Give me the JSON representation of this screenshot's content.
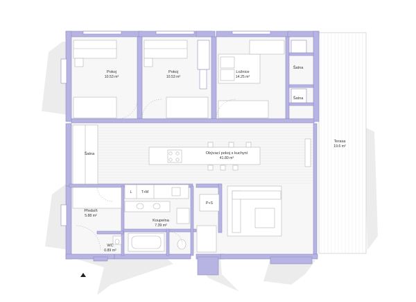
{
  "colors": {
    "wall": "#b6b3e2",
    "wall_stroke": "#8f8cc4",
    "shadow": "#e6e6e6",
    "floor": "#f6f6f6",
    "floor_line": "#e4e4e4",
    "furniture": "#ffffff",
    "furniture_stroke": "#b0b0b0",
    "terrace_line": "#d8d8d8"
  },
  "rooms": {
    "pokoj1": {
      "label": "Pokoj",
      "area": "10.53 m²"
    },
    "pokoj2": {
      "label": "Pokoj",
      "area": "10.53 m²"
    },
    "loznice": {
      "label": "Ložnice",
      "area": "14.25 m²"
    },
    "satna1": {
      "label": "Šatna"
    },
    "satna2": {
      "label": "Šatna"
    },
    "satna3": {
      "label": "Šatna"
    },
    "terasa": {
      "label": "Terasa",
      "area": "19.6 m²"
    },
    "obyvaci": {
      "label": "Obývací pokoj s kuchyní",
      "area": "41.80 m²"
    },
    "predsin": {
      "label": "Předsíň",
      "area": "5.88 m²"
    },
    "koupelna": {
      "label": "Koupelna",
      "area": "7.39 m²"
    },
    "wc": {
      "label": "WC",
      "area": "0.89 m²"
    }
  },
  "fixtures": {
    "l": "L",
    "tm": "T+M",
    "ps": "P+S"
  },
  "icons": {
    "entrance": "entrance-arrow-icon"
  }
}
